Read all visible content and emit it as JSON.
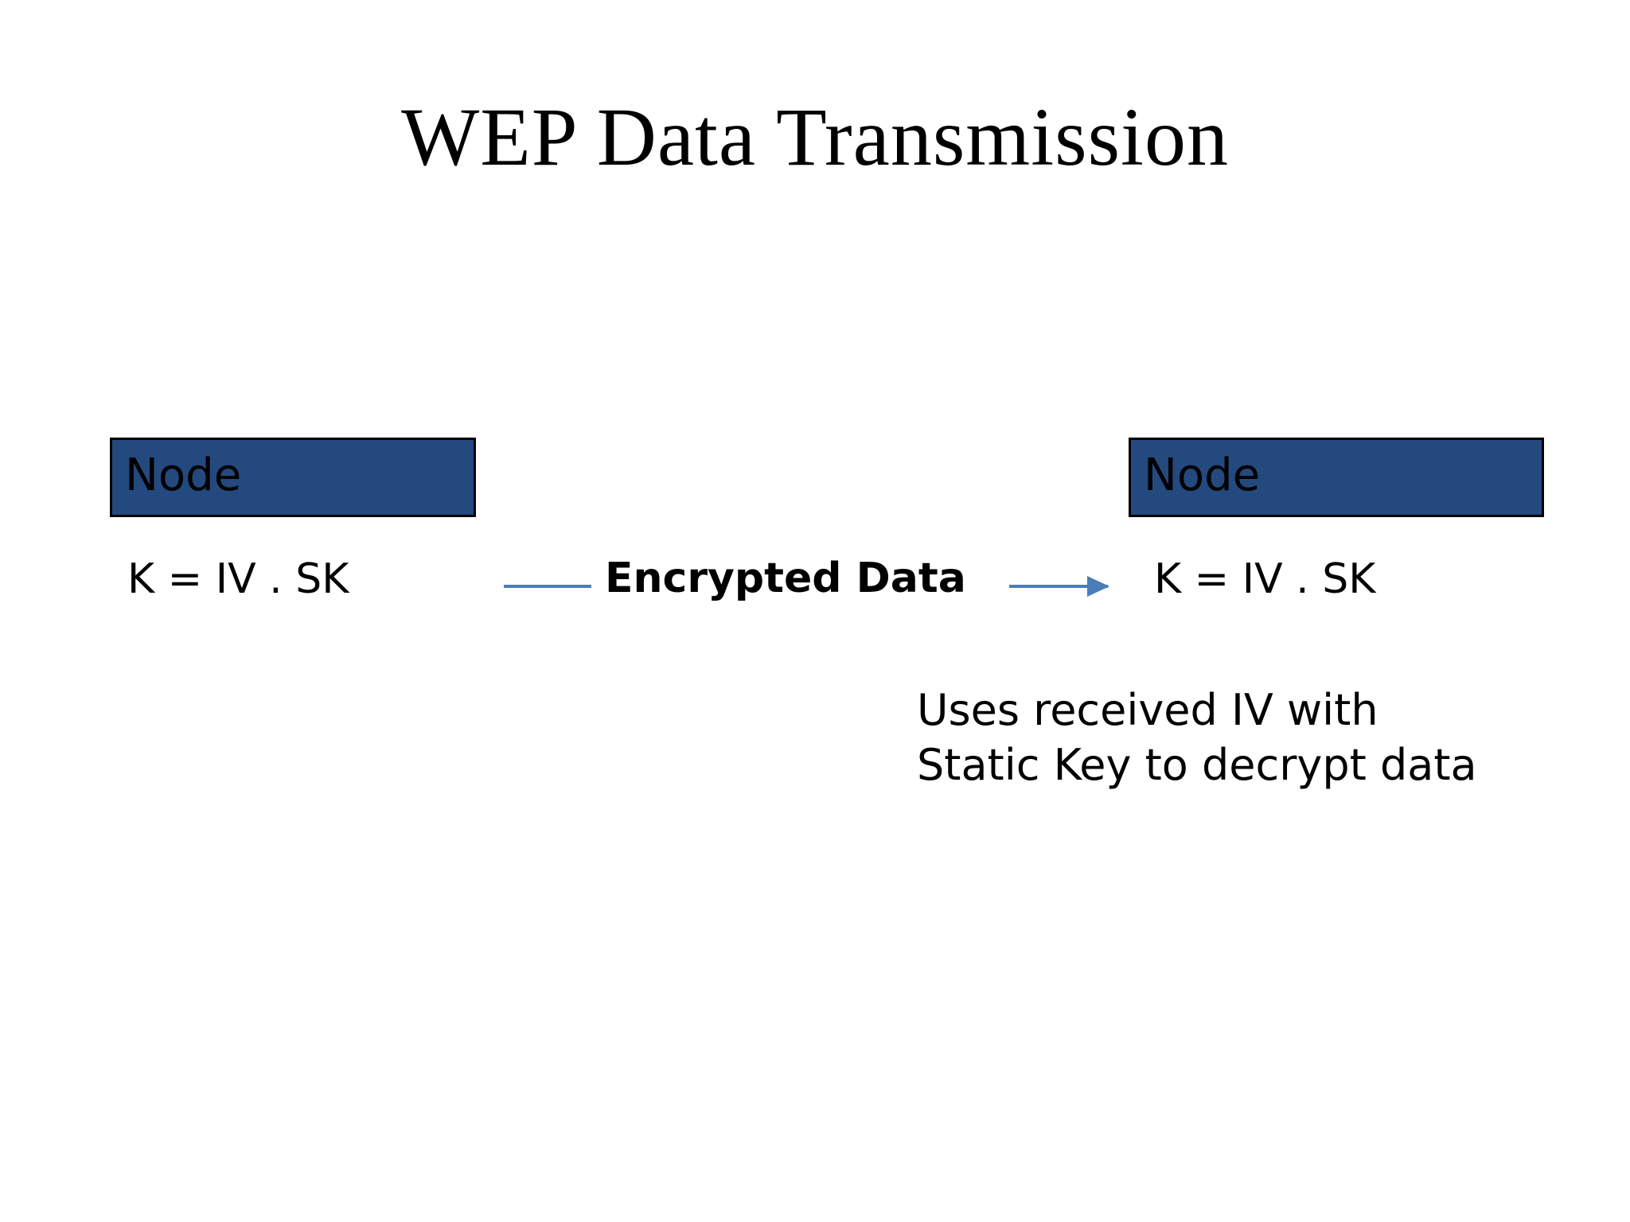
{
  "slide": {
    "title": "WEP Data Transmission",
    "background_color": "#FFFFFF",
    "text_color": "#000000"
  },
  "diagram": {
    "node_fill_color": "#23497E",
    "node_border_color": "#000000",
    "connector_color": "#4A7EBB",
    "sender": {
      "box_label": "Node",
      "key_expression": "K = IV . SK"
    },
    "receiver": {
      "box_label": "Node",
      "key_expression": "K = IV . SK",
      "note_line_1": "Uses received IV with",
      "note_line_2": "Static Key to decrypt data"
    },
    "channel": {
      "label": "Encrypted Data",
      "direction": "sender-to-receiver",
      "arrow_icon": "right-arrow-icon"
    }
  }
}
